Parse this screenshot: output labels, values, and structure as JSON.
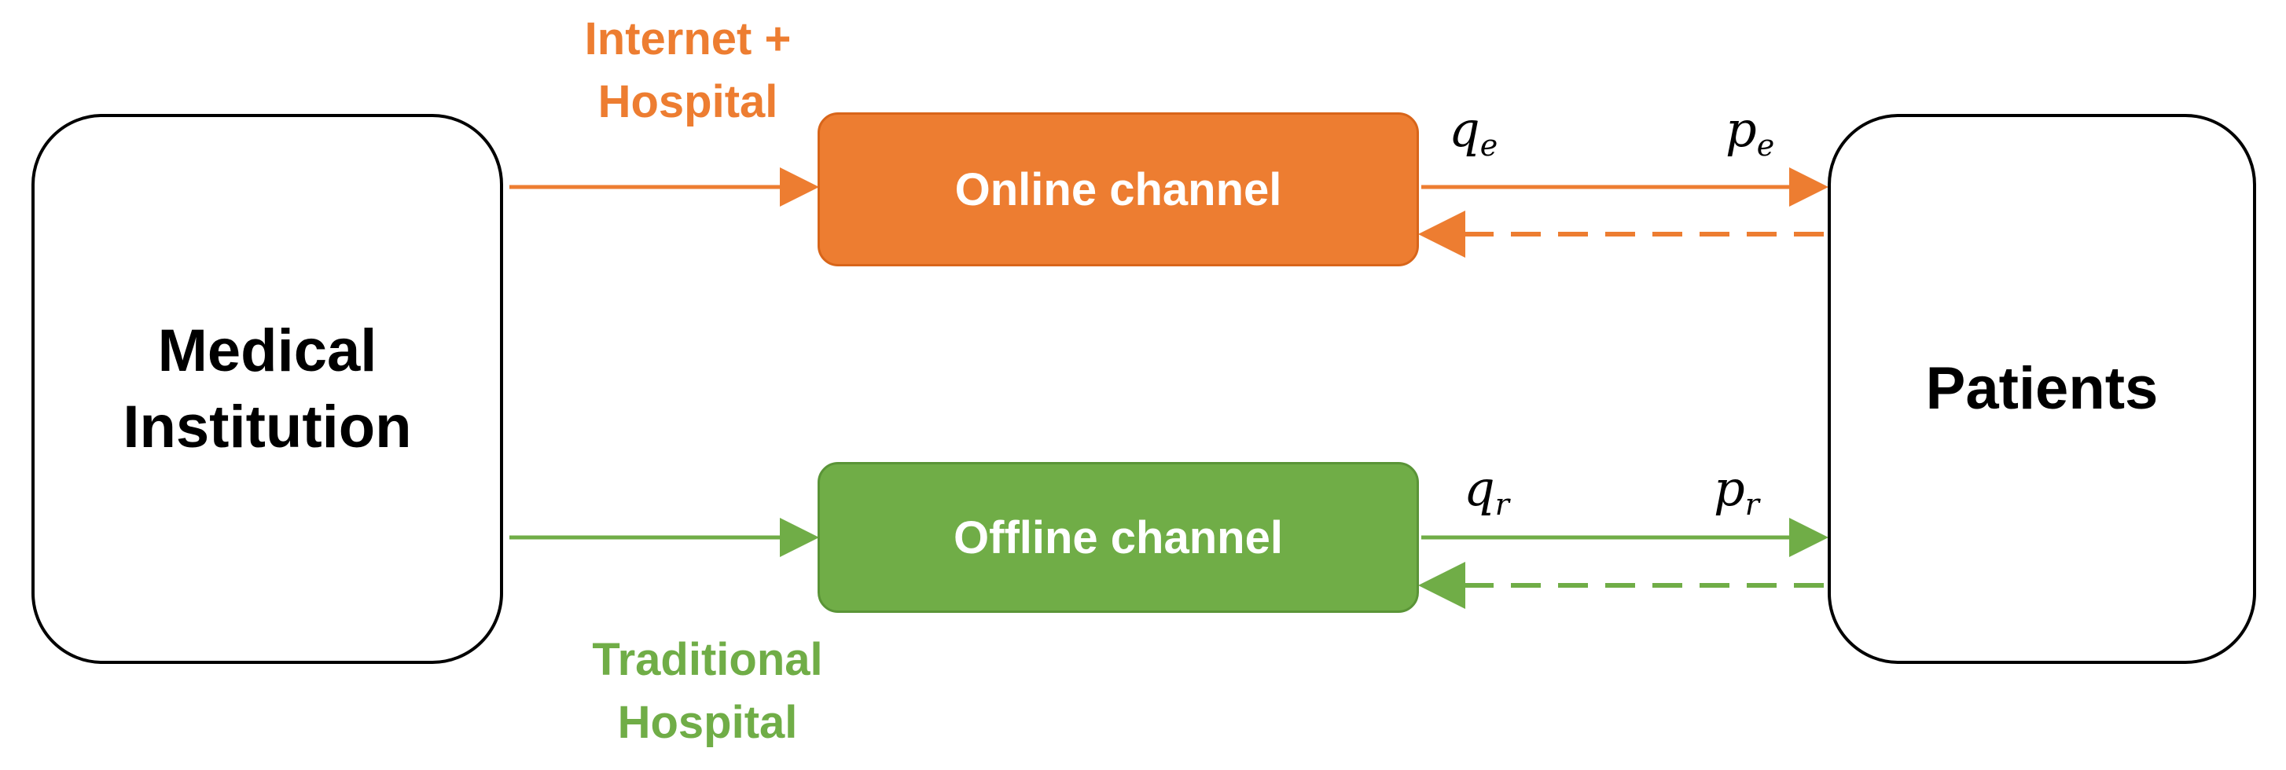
{
  "entities": {
    "institution_line1": "Medical",
    "institution_line2": "Institution",
    "patients": "Patients"
  },
  "channels": {
    "online": "Online channel",
    "offline": "Offline channel"
  },
  "labels": {
    "internet_line1": "Internet  +",
    "internet_line2": "Hospital",
    "traditional_line1": "Traditional",
    "traditional_line2": "Hospital"
  },
  "variables": {
    "q_symbol": "q",
    "p_symbol": "p",
    "online_sub": "e",
    "offline_sub": "r"
  },
  "colors": {
    "online": "#ED7D31",
    "offline": "#70AD47",
    "border": "#000000"
  }
}
